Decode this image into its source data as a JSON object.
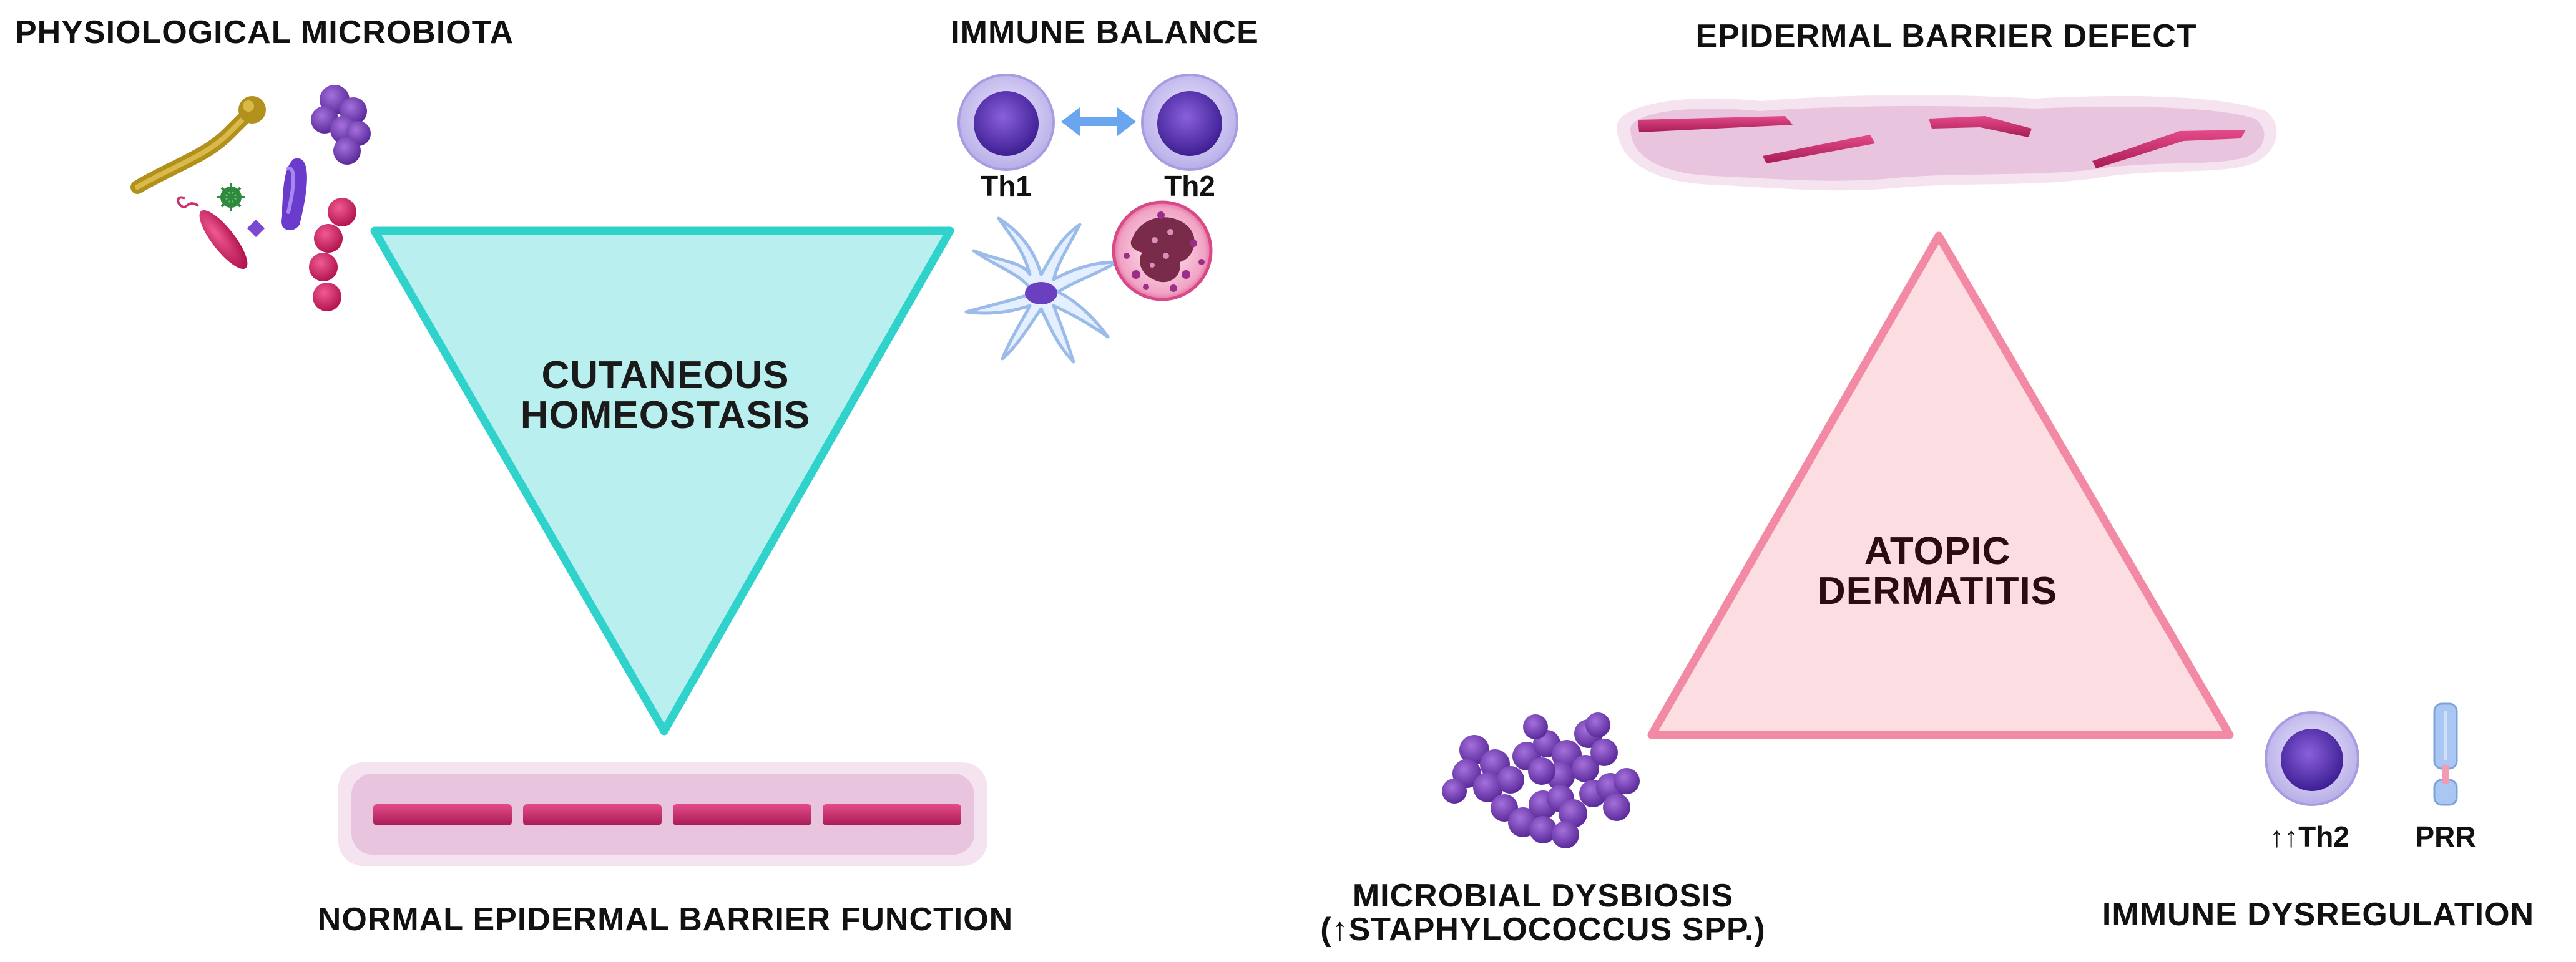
{
  "colors": {
    "homeostasis_fill": "#b9f0ef",
    "homeostasis_stroke": "#2fd3cc",
    "ad_fill": "#fbdde2",
    "ad_stroke": "#f28aa6",
    "barrier_pink": "#ecc3df",
    "barrier_strip": "#c9306f",
    "lymphocyte_core": "#6a3fc0",
    "lymphocyte_ring": "#c9c1f1",
    "arrow_blue": "#6aa6f0",
    "staph_purple": "#7a3fb8"
  },
  "left": {
    "microbiota_title": "PHYSIOLOGICAL MICROBIOTA",
    "immune_title": "IMMUNE BALANCE",
    "th1_label": "Th1",
    "th2_label": "Th2",
    "triangle_text": [
      "CUTANEOUS",
      "HOMEOSTASIS"
    ],
    "barrier_title": "NORMAL EPIDERMAL BARRIER FUNCTION"
  },
  "right": {
    "barrier_title": "EPIDERMAL BARRIER DEFECT",
    "triangle_text": [
      "ATOPIC",
      "DERMATITIS"
    ],
    "dysbiosis_title": [
      "MICROBIAL DYSBIOSIS",
      "(↑STAPHYLOCOCCUS SPP.)"
    ],
    "th2_label": "↑↑Th2",
    "prr_label": "PRR",
    "immune_title": "IMMUNE DYSREGULATION"
  },
  "icons": [
    "rod-bacterium-icon",
    "staphylococcus-cluster-icon",
    "virus-icon",
    "fungus-icon",
    "flagellated-bacterium-icon",
    "streptococcus-chain-icon",
    "th1-lymphocyte-icon",
    "th2-lymphocyte-icon",
    "double-arrow-icon",
    "dendritic-cell-icon",
    "mast-cell-icon",
    "prr-receptor-icon"
  ]
}
